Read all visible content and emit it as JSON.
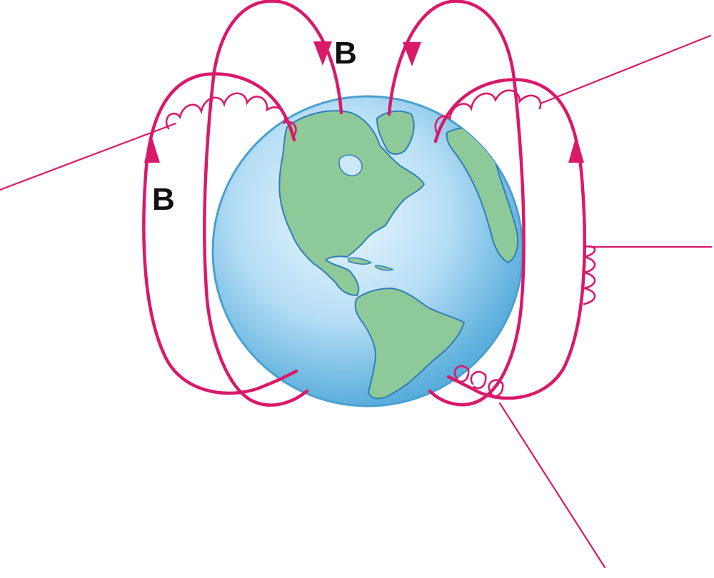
{
  "figure": {
    "labels": [
      {
        "id": "field-label-top",
        "text": "B"
      },
      {
        "id": "field-label-left",
        "text": "B"
      }
    ]
  },
  "colors": {
    "field": "#d9196a",
    "ocean_light": "#eaf6fd",
    "ocean_dark": "#5aaedb",
    "globe_outline": "#4a9fd1",
    "land": "#8ec99a",
    "land_outline": "#2f7fb8",
    "label": "#111111"
  },
  "icons": [
    "earth-globe",
    "magnetic-field-line",
    "arrowhead",
    "helical-particle-path",
    "incoming-particle-ray"
  ]
}
